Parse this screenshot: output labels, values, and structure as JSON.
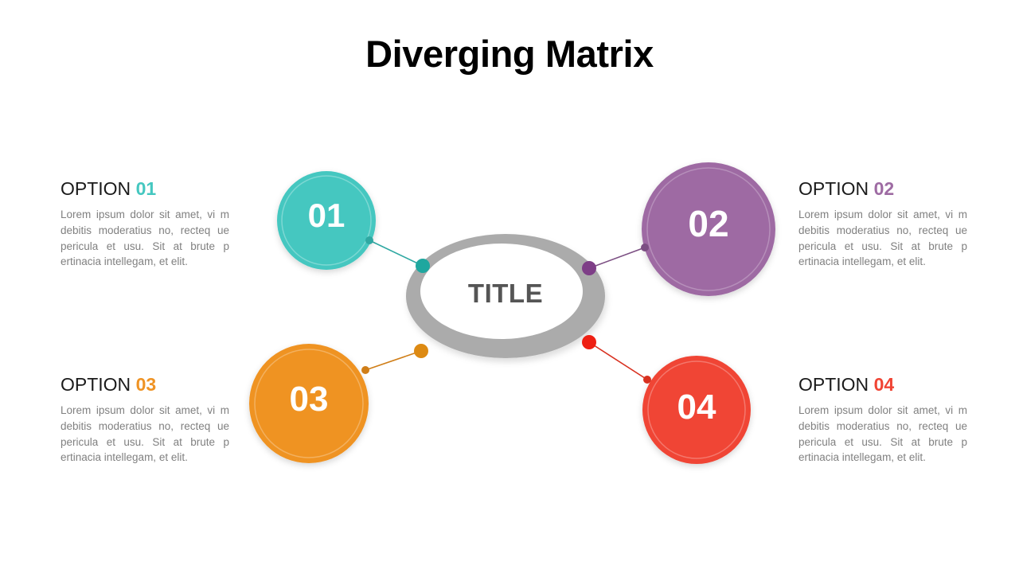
{
  "slide": {
    "title": "Diverging Matrix",
    "center_label": "TITLE",
    "background_color": "#FFFFFF",
    "title_color": "#000000",
    "center_label_color": "#555555",
    "center_ring_color": "#ABABAB",
    "body_text_color": "#808080",
    "heading_text_color": "#1A1A1A"
  },
  "options": [
    {
      "id": "01",
      "number": "01",
      "heading_prefix": "OPTION",
      "heading_number": "01",
      "color": "#45C7C0",
      "body": "Lorem ipsum dolor sit amet, vi m debitis moderatius no, recteq ue pericula et usu. Sit at brute p ertinacia intellegam, et elit."
    },
    {
      "id": "02",
      "number": "02",
      "heading_prefix": "OPTION",
      "heading_number": "02",
      "color": "#9E6BA3",
      "body": "Lorem ipsum dolor sit amet, vi m debitis moderatius no, recteq ue pericula et usu. Sit at brute p ertinacia intellegam, et elit."
    },
    {
      "id": "03",
      "number": "03",
      "heading_prefix": "OPTION",
      "heading_number": "03",
      "color": "#EF9324",
      "body": "Lorem ipsum dolor sit amet, vi m debitis moderatius no, recteq ue pericula et usu. Sit at brute p ertinacia intellegam, et elit."
    },
    {
      "id": "04",
      "number": "04",
      "heading_prefix": "OPTION",
      "heading_number": "04",
      "color": "#F04434",
      "body": "Lorem ipsum dolor sit amet, vi m debitis moderatius no, recteq ue pericula et usu. Sit at brute p ertinacia intellegam, et elit."
    }
  ]
}
